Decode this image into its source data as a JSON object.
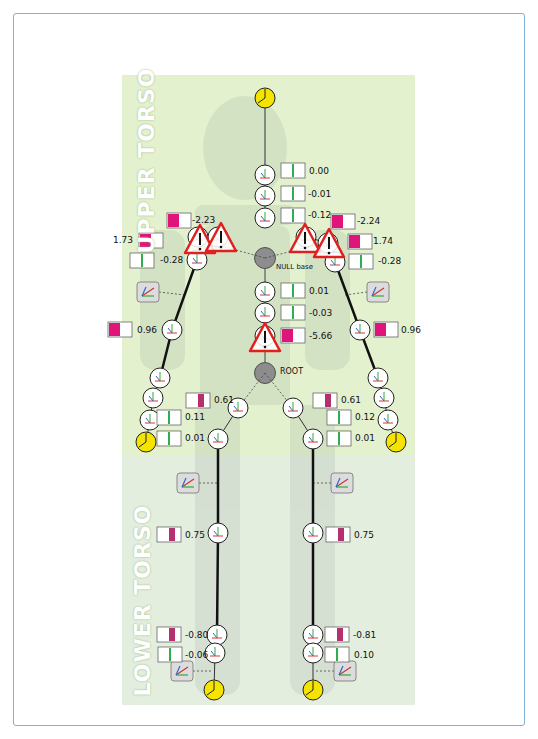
{
  "diagram": {
    "nodes": [
      {
        "text": [
          "UPPER TORSO"
        ]
      },
      {
        "text": [
          "LOWER TORSO"
        ]
      },
      {
        "text": [
          "NULL base"
        ],
        "in": 0
      },
      {
        "text": [
          "ROOT"
        ],
        "in": 0
      }
    ],
    "edges": [
      {
        "from": 2,
        "to": 3,
        "arrow": "none"
      }
    ],
    "labels": [
      "0.00",
      "-0.01",
      "-0.12",
      "-2.23",
      "-2.24",
      "1.73",
      "1.74",
      "-0.28",
      "-0.28",
      "0.96",
      "0.96",
      "0.01",
      "-0.03",
      "-5.66",
      "0.61",
      "0.61",
      "0.11",
      "0.12",
      "0.01",
      "0.01",
      "0.75",
      "0.75",
      "-0.80",
      "-0.81",
      "-0.06",
      "0.10"
    ]
  }
}
